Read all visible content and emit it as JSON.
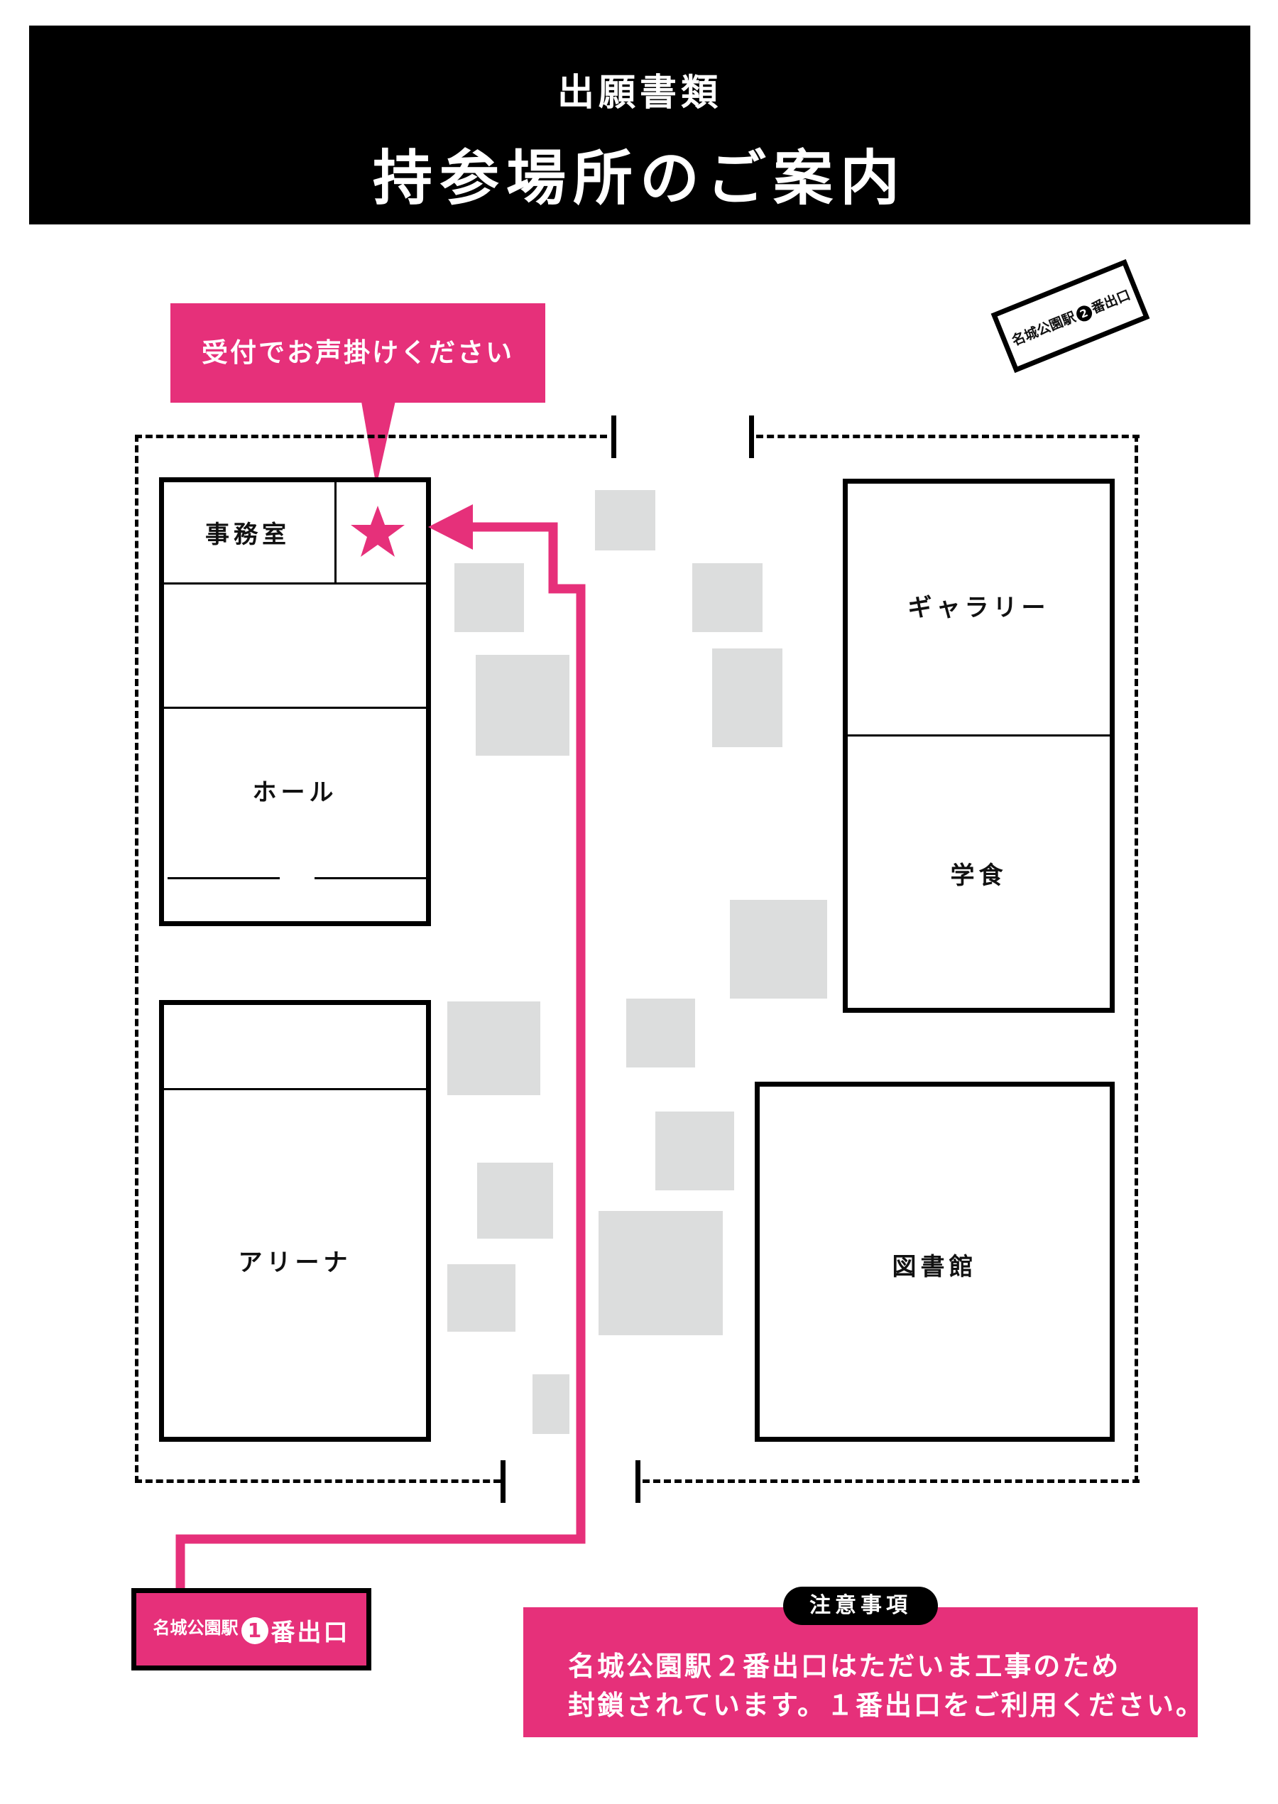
{
  "header": {
    "subtitle": "出願書類",
    "title": "持参場所のご案内"
  },
  "callout": {
    "text": "受付でお声掛けください"
  },
  "buildings": {
    "office": "事務室",
    "hall": "ホール",
    "arena": "アリーナ",
    "gallery": "ギャラリー",
    "cafeteria": "学食",
    "library": "図書館"
  },
  "stations": {
    "exit1": {
      "prefix": "名城公園駅",
      "number": "1",
      "suffix": "番出口"
    },
    "exit2": {
      "prefix": "名城公園駅",
      "number": "2",
      "suffix": "番出口"
    }
  },
  "notice": {
    "title": "注意事項",
    "line1": "名城公園駅２番出口はただいま工事のため",
    "line2": "封鎖されています。１番出口をご利用ください。"
  },
  "colors": {
    "accent": "#e6307a",
    "block": "#dcdddd",
    "ink": "#000000"
  },
  "icons": {
    "destination": "star-icon",
    "route": "arrow-left-icon"
  }
}
